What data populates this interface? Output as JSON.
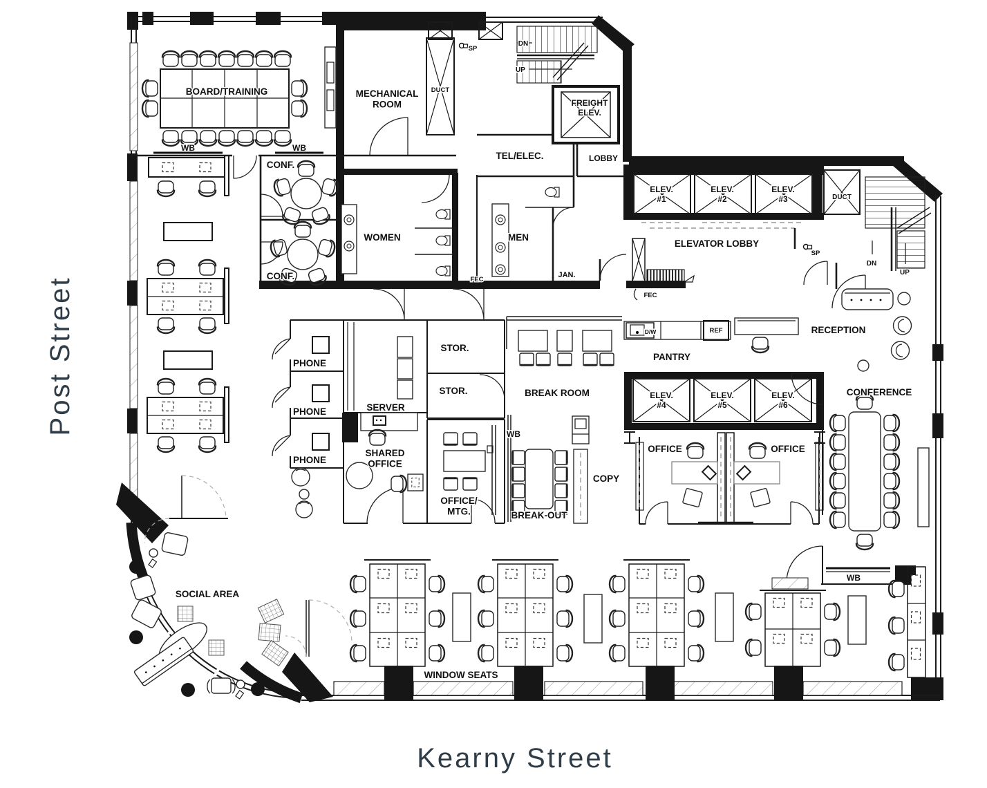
{
  "streets": {
    "left": "Post Street",
    "bottom": "Kearny Street"
  },
  "rooms": {
    "board_training": "BOARD/TRAINING",
    "conf_upper": "CONF.",
    "conf_lower": "CONF.",
    "mechanical": "MECHANICAL\nROOM",
    "women": "WOMEN",
    "men": "MEN",
    "jan": "JAN.",
    "tel_elec": "TEL/ELEC.",
    "lobby": "LOBBY",
    "freight": "FREIGHT\nELEV.",
    "elev1": "ELEV.\n#1",
    "elev2": "ELEV.\n#2",
    "elev3": "ELEV.\n#3",
    "elev4": "ELEV.\n#4",
    "elev5": "ELEV.\n#5",
    "elev6": "ELEV.\n#6",
    "elevator_lobby": "ELEVATOR LOBBY",
    "reception": "RECEPTION",
    "pantry": "PANTRY",
    "break_room": "BREAK ROOM",
    "stor_upper": "STOR.",
    "stor_lower": "STOR.",
    "server": "SERVER",
    "phone_1": "PHONE",
    "phone_2": "PHONE",
    "phone_3": "PHONE",
    "shared_office": "SHARED\nOFFICE",
    "office_mtg": "OFFICE/\nMTG.",
    "break_out": "BREAK-OUT",
    "copy": "COPY",
    "office_left": "OFFICE",
    "office_right": "OFFICE",
    "conference": "CONFERENCE",
    "social_area": "SOCIAL AREA",
    "window_seats": "WINDOW SEATS"
  },
  "markers": {
    "wb_board_left": "WB",
    "wb_board_right": "WB",
    "wb_breakout": "WB",
    "wb_conference": "WB",
    "duct_top": "DUCT",
    "duct_right": "DUCT",
    "sp_top": "SP",
    "sp_lobby": "SP",
    "fec_core": "FEC",
    "fec_lobby": "FEC",
    "dn_top": "DN",
    "up_top": "UP",
    "dn_right": "DN",
    "up_right": "UP",
    "dw": "D/W",
    "ref": "REF"
  },
  "colors": {
    "walls": "#161616",
    "street_text": "#2f3d49"
  }
}
